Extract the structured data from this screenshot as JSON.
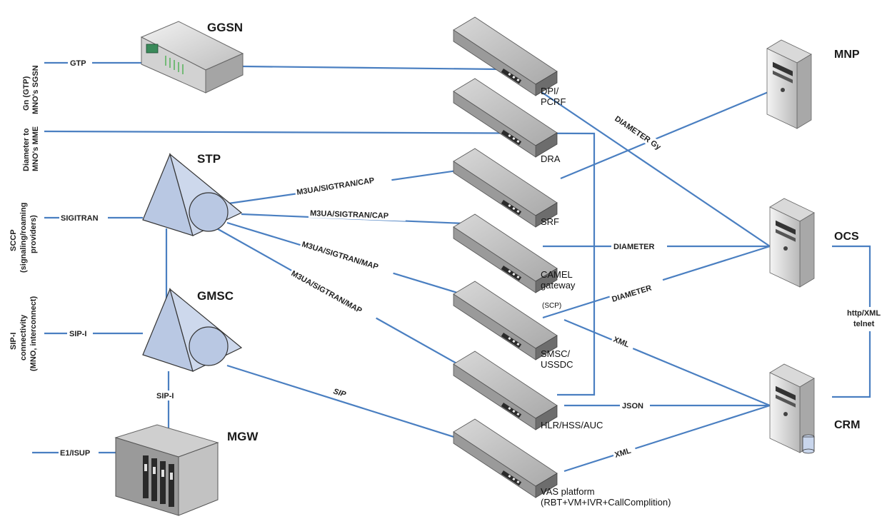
{
  "nodes": {
    "ggsn": "GGSN",
    "stp": "STP",
    "gmsc": "GMSC",
    "mgw": "MGW",
    "mnp": "MNP",
    "ocs": "OCS",
    "crm": "CRM"
  },
  "devices": {
    "dpi_line1": "DPI/",
    "dpi_line2": "PCRF",
    "dra": "DRA",
    "srf": "SRF",
    "camel_line1": "CAMEL",
    "camel_line2": "gateway",
    "camel_line3": "(SCP)",
    "smsc_line1": "SMSC/",
    "smsc_line2": "USSDC",
    "hlr": "HLR/HSS/AUC",
    "vas_line1": "VAS platform",
    "vas_line2": "(RBT+VM+IVR+CallComplition)"
  },
  "side_labels": {
    "gn_line1": "Gn (GTP)",
    "gn_line2": "MNO's SGSN",
    "diam_line1": "Diameter to",
    "diam_line2": "MNO's MME",
    "sccp_line1": "SCCP",
    "sccp_line2": "(signaling/roaming",
    "sccp_line3": "providers)",
    "sipi_line1": "SIP-I",
    "sipi_line2": "connectivity",
    "sipi_line3": "(MNO, interconnect)"
  },
  "link_labels": {
    "gtp": "GTP",
    "sigtran": "SIGITRAN",
    "sipi_left": "SIP-I",
    "sipi_down": "SIP-I",
    "e1": "E1/ISUP",
    "m3ua_srf": "M3UA/SIGTRAN/CAP",
    "m3ua_camel": "M3UA/SIGTRAN/CAP",
    "m3ua_smsc": "M3UA/SIGTRAN/MAP",
    "m3ua_hlr": "M3UA/SIGTRAN/MAP",
    "sip": "SIP",
    "diameter_gy": "DIAMETER Gy",
    "diameter1": "DIAMETER",
    "diameter2": "DIAMETER",
    "xml1": "XML",
    "json": "JSON",
    "xml2": "XML",
    "http_line1": "http/XML",
    "http_line2": "telnet"
  },
  "colors": {
    "link": "#4a7fc1",
    "triangle_fill": "#b9c8e3",
    "device_body": "#8a8a8a"
  }
}
